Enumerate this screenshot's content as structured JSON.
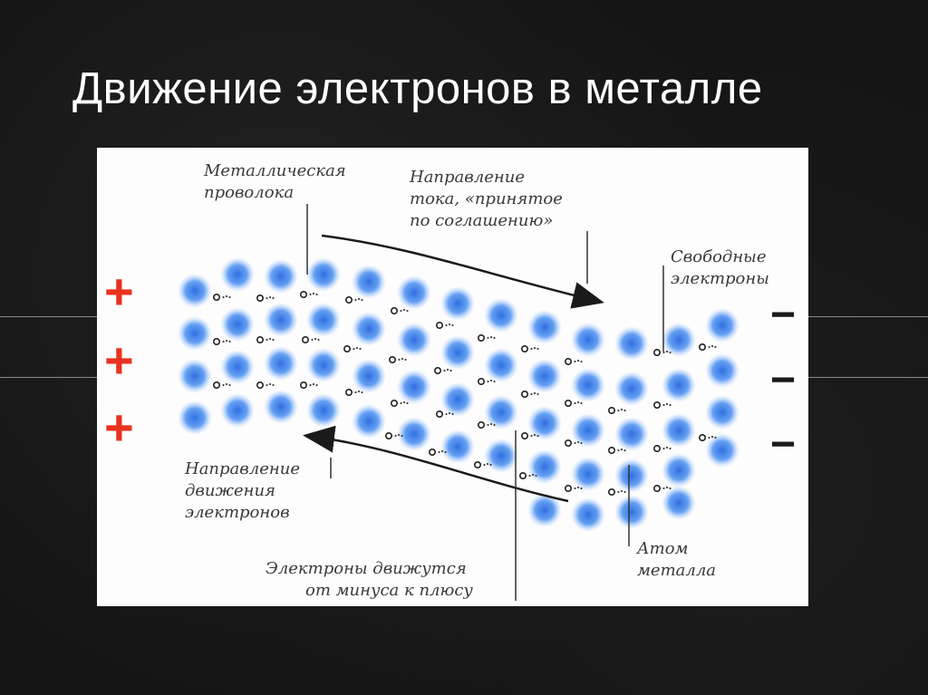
{
  "slide": {
    "title": "Движение электронов в металле"
  },
  "diagram": {
    "labels": {
      "wire": [
        "Металлическая",
        "проволока"
      ],
      "current_direction": [
        "Направление",
        "тока, «принятое",
        "по соглашению»"
      ],
      "free_electrons": [
        "Свободные",
        "электроны"
      ],
      "electron_direction": [
        "Направление",
        "движения",
        "электронов"
      ],
      "electrons_move": [
        "Электроны движутся",
        "от минуса к плюсу"
      ],
      "metal_atom": [
        "Атом",
        "металла"
      ]
    },
    "plus_signs": [
      "+",
      "+",
      "+"
    ],
    "minus_signs": [
      "−",
      "−",
      "−"
    ],
    "colors": {
      "plus": "#e8321e",
      "minus": "#1a1a1a",
      "atom": "#4a8ff0",
      "electron": "#222222",
      "arrow": "#1a1a1a"
    }
  }
}
